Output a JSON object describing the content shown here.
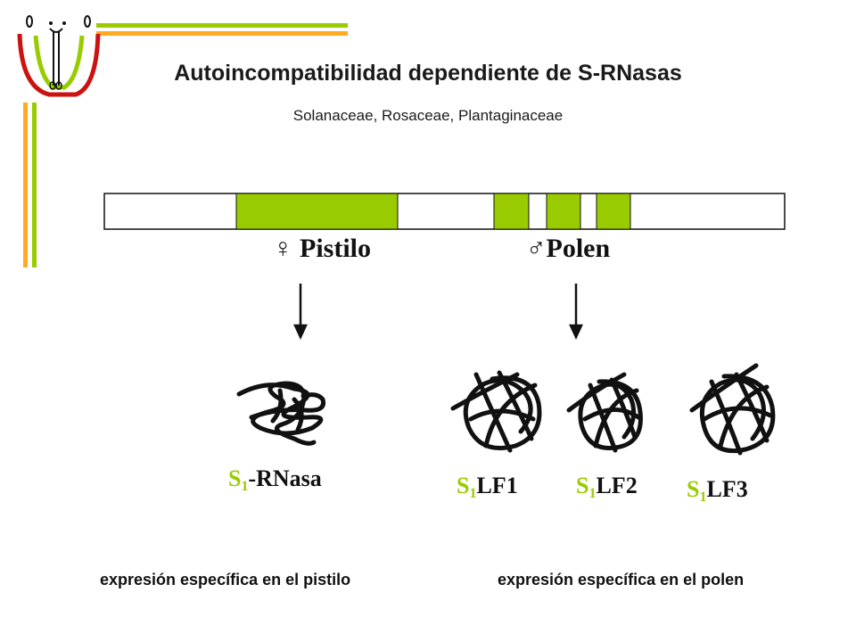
{
  "slide": {
    "title": "Autoincompatibilidad dependiente de S-RNasas",
    "subtitle": "Solanaceae, Rosaceae, Plantaginaceae"
  },
  "colors": {
    "accent_green": "#99cc00",
    "accent_orange": "#ffaa22",
    "line": "#111111"
  },
  "icons": {
    "logo": "flower-pistil-icon"
  },
  "locus": {
    "pistil_label": "Pistilo",
    "pistil_symbol": "♀",
    "pollen_label": "Polen",
    "pollen_symbol": "♂"
  },
  "proteins": [
    {
      "prefix": "S",
      "sub": "1",
      "name": "-RNasa"
    },
    {
      "prefix": "S",
      "sub": "1",
      "name": "LF1"
    },
    {
      "prefix": "S",
      "sub": "1",
      "name": "LF2"
    },
    {
      "prefix": "S",
      "sub": "1",
      "name": "LF3"
    }
  ],
  "captions": {
    "pistil": "expresión específica en el pistilo",
    "pollen": "expresión específica en el polen"
  }
}
